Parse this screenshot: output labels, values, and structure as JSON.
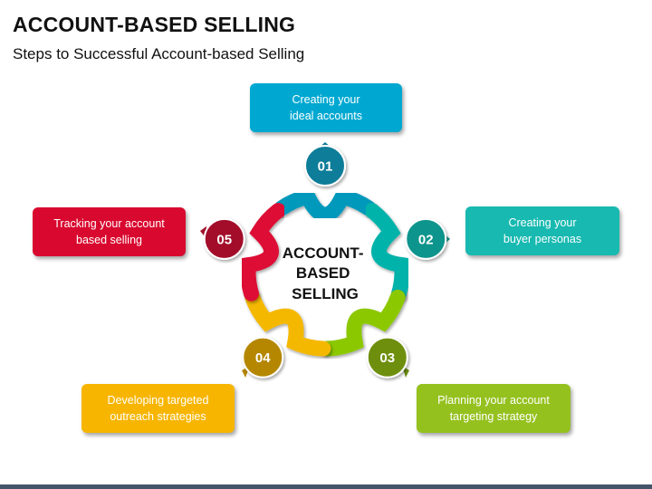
{
  "header": {
    "title": "ACCOUNT-BASED SELLING",
    "subtitle": "Steps to Successful Account-based Selling"
  },
  "center_label": [
    "ACCOUNT-",
    "BASED",
    "SELLING"
  ],
  "steps": [
    {
      "number": "01",
      "text": "Creating your\nideal accounts",
      "color": "#0099bb",
      "box_color": "#00a8d1",
      "badge_color": "#0f7d99"
    },
    {
      "number": "02",
      "text": "Creating your\nbuyer personas",
      "color": "#00b3aa",
      "box_color": "#17b9b0",
      "badge_color": "#0e948c"
    },
    {
      "number": "03",
      "text": "Planning your account\ntargeting strategy",
      "color": "#8cc800",
      "box_color": "#95c11f",
      "badge_color": "#6e8f10"
    },
    {
      "number": "04",
      "text": "Developing targeted\noutreach strategies",
      "color": "#f5b800",
      "box_color": "#f7b500",
      "badge_color": "#b58700"
    },
    {
      "number": "05",
      "text": "Tracking your account\nbased selling",
      "color": "#dd0e34",
      "box_color": "#d9082e",
      "badge_color": "#a3112b"
    }
  ]
}
